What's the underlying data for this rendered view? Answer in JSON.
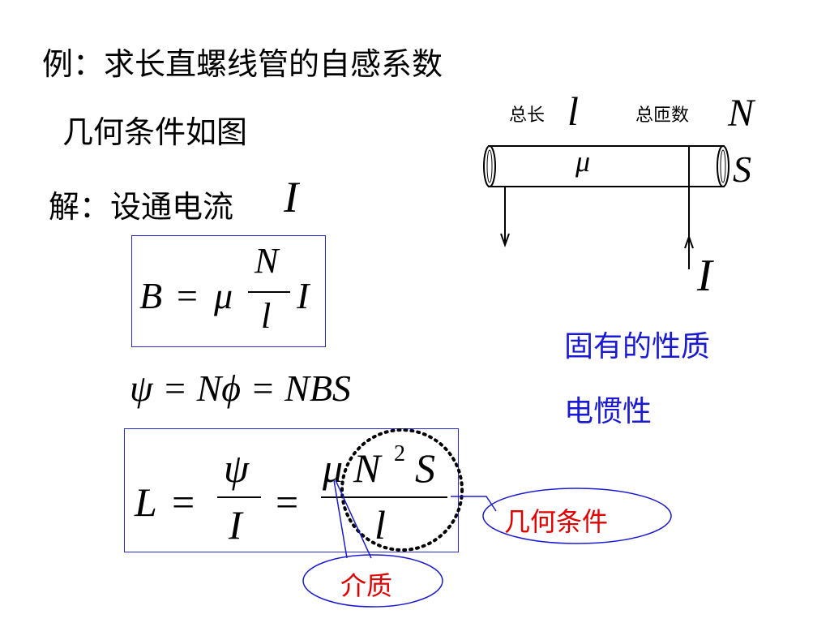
{
  "title": "例：求长直螺线管的自感系数",
  "geometry_line": "几何条件如图",
  "solution_prefix": "解：设通电流",
  "current_symbol": "I",
  "diagram": {
    "total_length_label": "总长",
    "total_length_symbol": "l",
    "total_turns_label": "总匝数",
    "total_turns_symbol": "N",
    "area_symbol": "S",
    "mu_symbol": "μ",
    "current_symbol": "I"
  },
  "formula_B": {
    "lhs": "B",
    "eq": "=",
    "mu": "μ",
    "num": "N",
    "den": "l",
    "rhs": "I"
  },
  "formula_psi": {
    "text": "ψ = Nϕ = NBS"
  },
  "formula_L": {
    "lhs": "L",
    "eq1": "=",
    "num1": "ψ",
    "den1": "I",
    "eq2": "=",
    "num2_mu": "μ",
    "num2_N": "N",
    "num2_exp": "2",
    "num2_S": "S",
    "den2": "l"
  },
  "notes": {
    "intrinsic": "固有的性质",
    "inertia": "电惯性"
  },
  "callouts": {
    "geometry": "几何条件",
    "medium": "介质"
  },
  "colors": {
    "blue_text": "#1a1ad6",
    "red_text": "#e00000",
    "box_border": "#2a2ad0"
  }
}
